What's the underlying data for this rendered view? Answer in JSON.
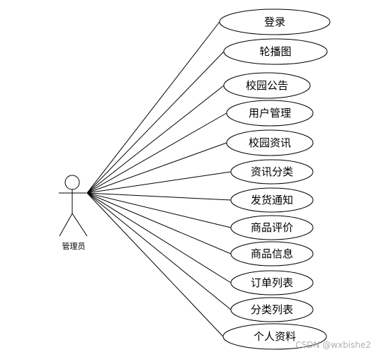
{
  "actor": {
    "label": "管理员"
  },
  "use_cases": [
    "登录",
    "轮播图",
    "校园公告",
    "用户管理",
    "校园资讯",
    "资讯分类",
    "发货通知",
    "商品评价",
    "商品信息",
    "订单列表",
    "分类列表",
    "个人资料"
  ],
  "watermark": "CSDN @wxbishe2"
}
